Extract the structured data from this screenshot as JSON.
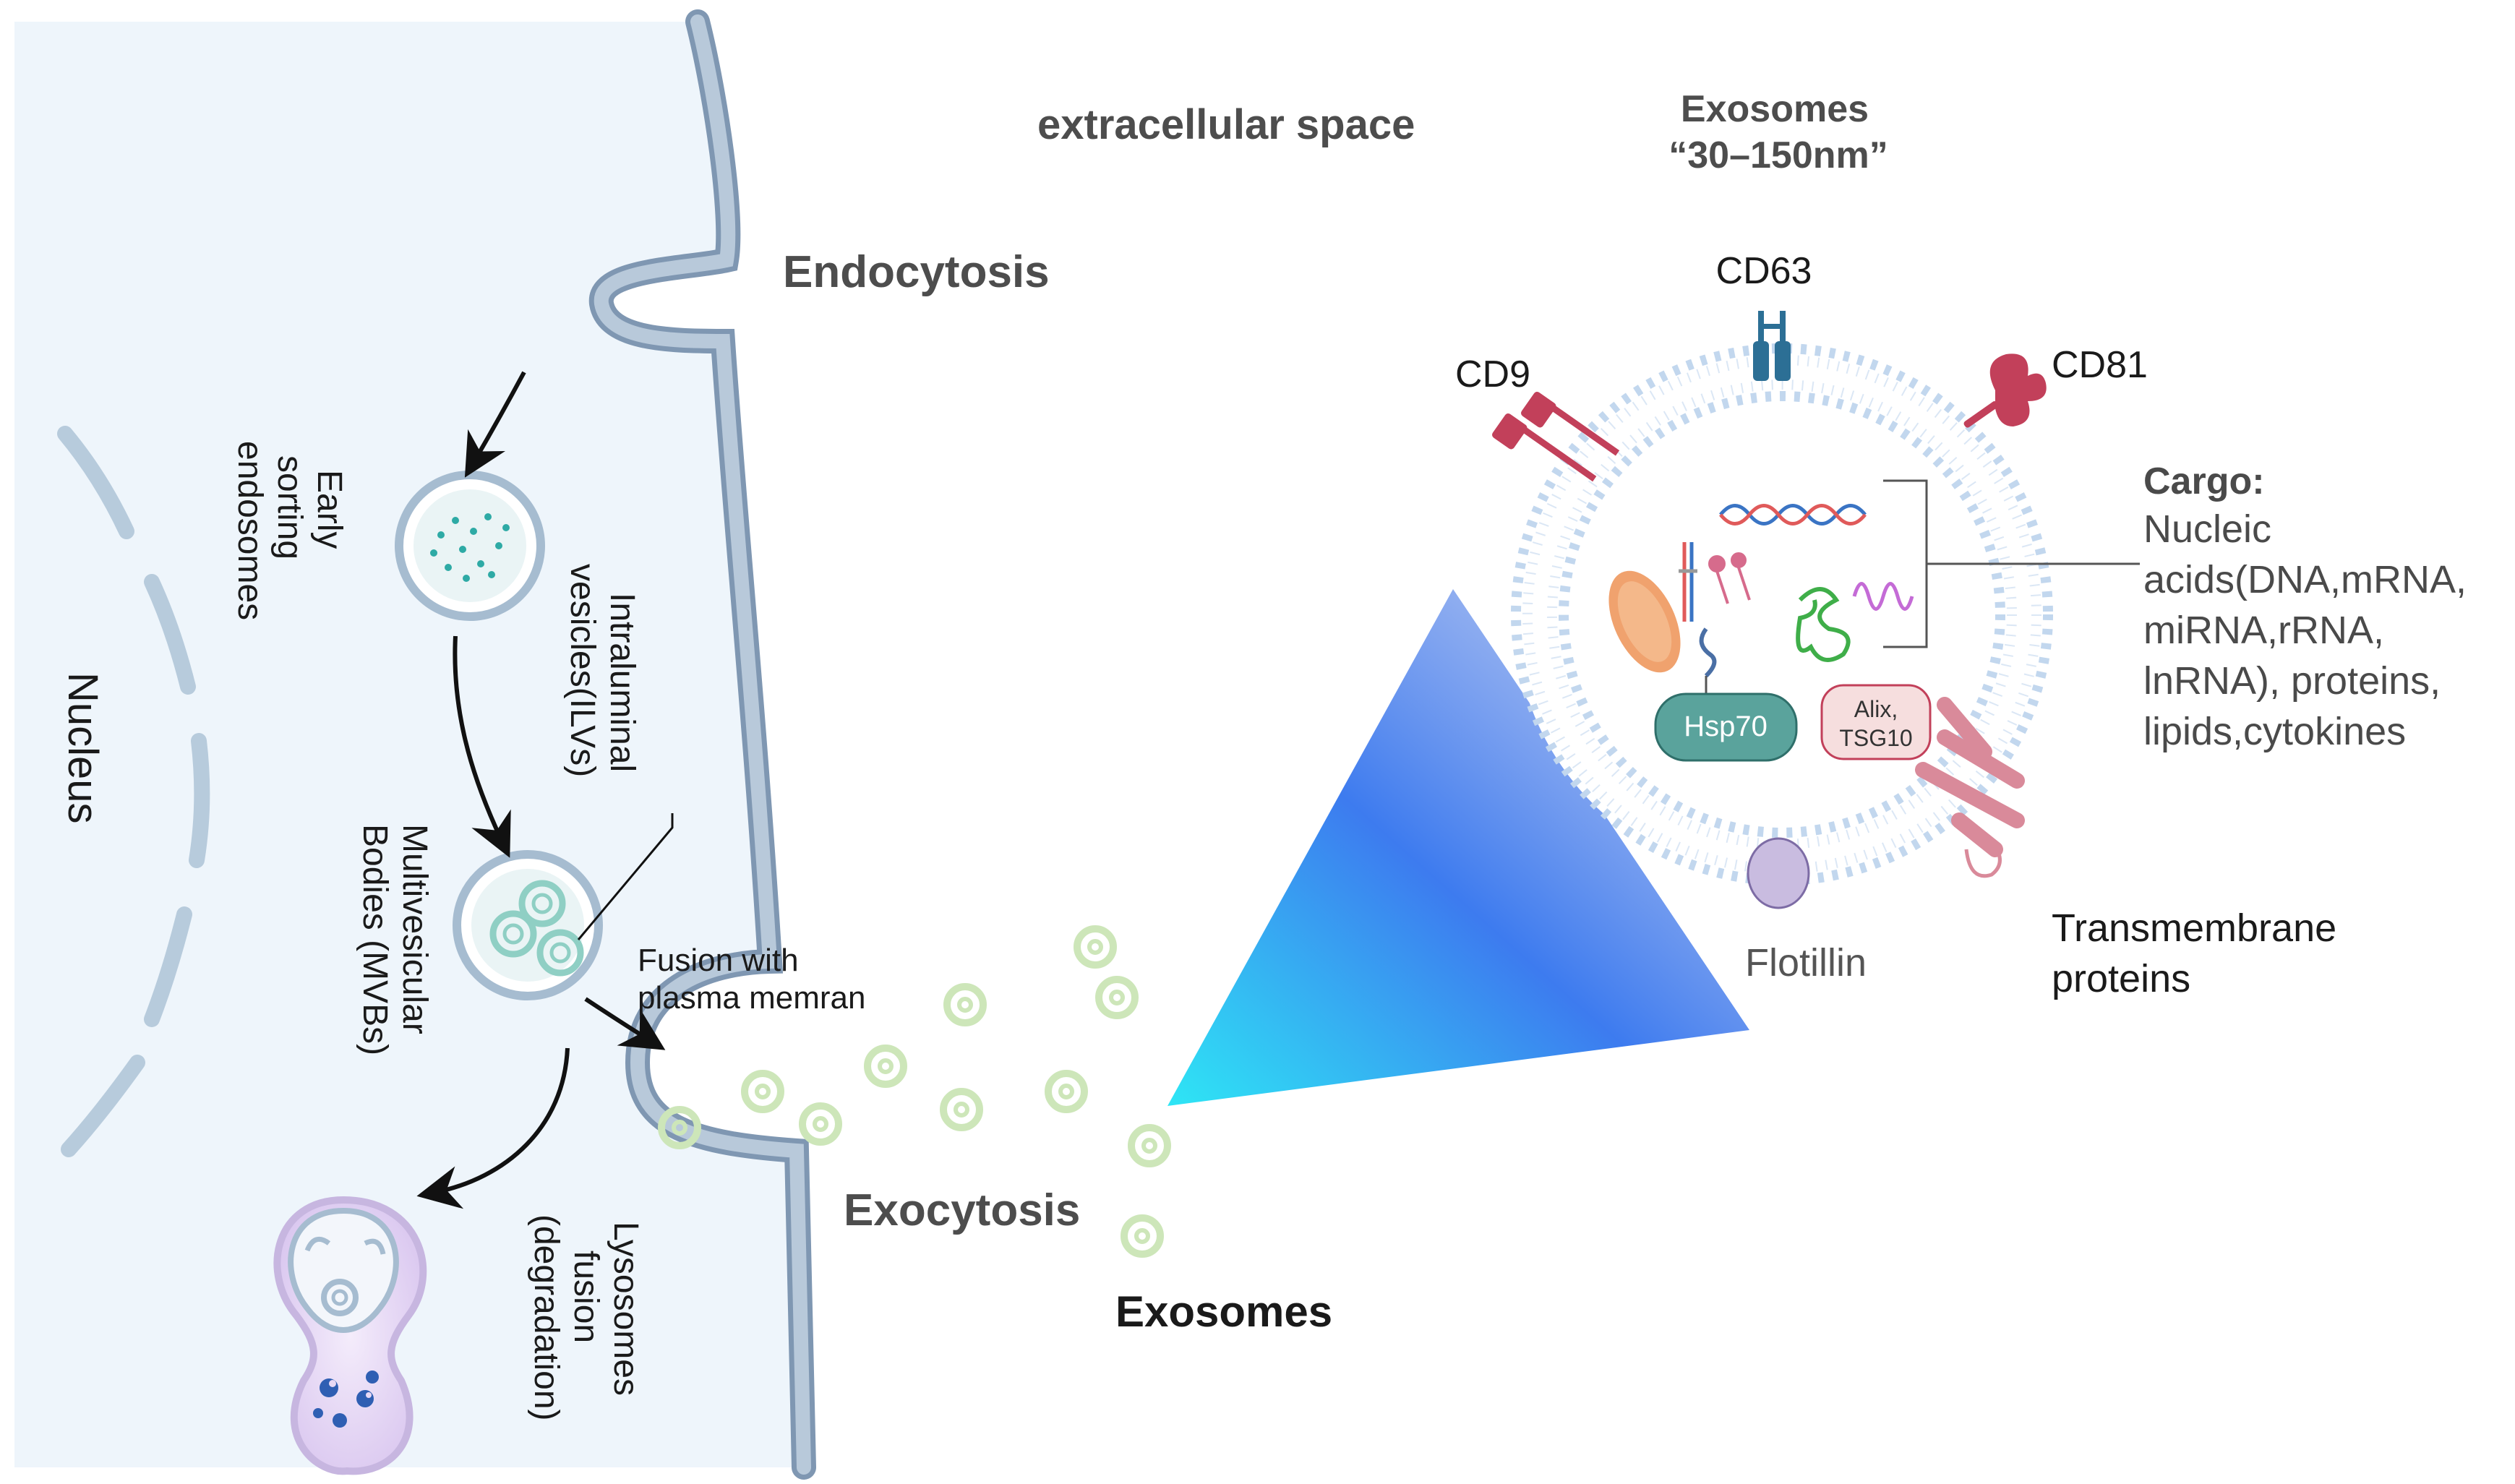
{
  "labels": {
    "extracellular_space": "extracellular space",
    "exosomes_title": "Exosomes",
    "exosomes_size": "“30–150nm”",
    "endocytosis": "Endocytosis",
    "early_line1": "Early",
    "early_line2": "sorting",
    "early_line3": "endosomes",
    "ilv_line1": "Intraluminal",
    "ilv_line2": "vesicles(ILVs)",
    "nucleus": "Nucleus",
    "mvb_line1": "Multivesicular",
    "mvb_line2": "Bodies (MVBs)",
    "fusion_line1": "Fusion with",
    "fusion_line2": "plasma memran",
    "lyso_line1": "Lysosomes",
    "lyso_line2": "fusion",
    "lyso_line3": "(degradation)",
    "exocytosis": "Exocytosis",
    "exosomes_bottom": "Exosomes",
    "cd9": "CD9",
    "cd63": "CD63",
    "cd81": "CD81",
    "hsp70": "Hsp70",
    "alix_line1": "Alix,",
    "alix_line2": "TSG10",
    "flotillin": "Flotillin",
    "transmembrane_line1": "Transmembrane",
    "transmembrane_line2": "proteins"
  },
  "cargo": {
    "title": "Cargo:",
    "lines": [
      "Nucleic",
      "acids(DNA,mRNA,",
      "miRNA,rRNA,",
      "lnRNA), proteins,",
      "lipids,cytokines"
    ]
  },
  "colors": {
    "cell_fill": "#eef5fb",
    "membrane": "#8aa2bb",
    "vesicle_green": "#c8e6b4",
    "cd63": "#2c6f95",
    "cd9_cd81": "#c0392b",
    "hsp70": "#5aa39c",
    "alix": "#f6dede",
    "flotillin": "#c9bce0",
    "transmembrane": "#d98a9a",
    "cone_start": "#2ad8f0",
    "cone_end": "#3a6cf0"
  }
}
